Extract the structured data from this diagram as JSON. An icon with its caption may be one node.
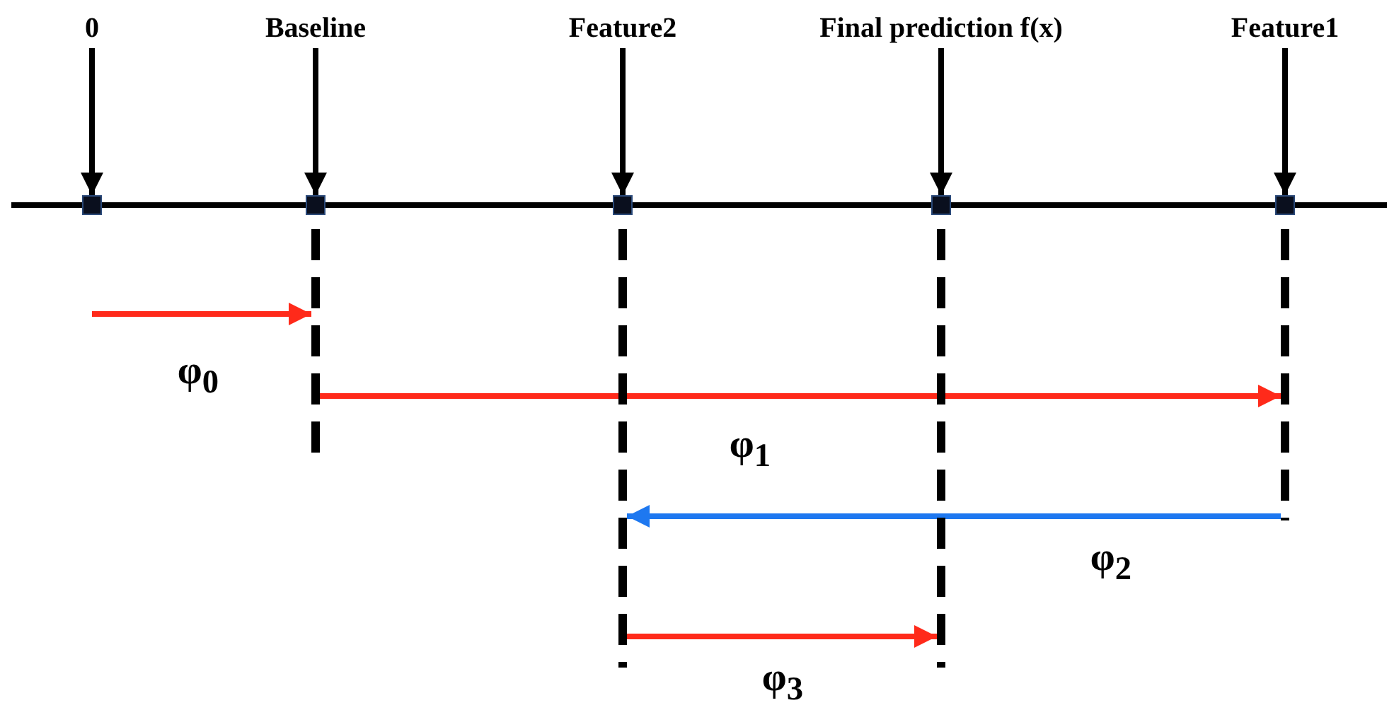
{
  "diagram": {
    "nodes": [
      {
        "text": [
          "0"
        ]
      },
      {
        "text": [
          "Baseline"
        ]
      },
      {
        "text": [
          "Feature2"
        ]
      },
      {
        "text": [
          "Final prediction f(x)"
        ]
      },
      {
        "text": [
          "Feature1"
        ]
      },
      {
        "text": [],
        "shape": "box"
      },
      {
        "text": [],
        "shape": "box"
      },
      {
        "text": [],
        "shape": "box"
      },
      {
        "text": [],
        "shape": "box"
      },
      {
        "text": [],
        "shape": "box"
      },
      {
        "text": [],
        "shape": "line"
      },
      {
        "text": [],
        "shape": "line"
      },
      {
        "text": [],
        "shape": "line"
      },
      {
        "text": [],
        "shape": "line"
      }
    ],
    "edges": [
      {
        "from": 0,
        "to": 5,
        "arrow": "to"
      },
      {
        "from": 1,
        "to": 6,
        "arrow": "to"
      },
      {
        "from": 2,
        "to": 7,
        "arrow": "to"
      },
      {
        "from": 3,
        "to": 8,
        "arrow": "to"
      },
      {
        "from": 4,
        "to": 9,
        "arrow": "to"
      },
      {
        "from": null,
        "to": 10,
        "arrow": "to",
        "label": "φ$_{0}$",
        "color": "#ff2a1a"
      },
      {
        "from": 10,
        "to": 13,
        "arrow": "to",
        "label": "φ$_{1}$",
        "color": "#ff2a1a"
      },
      {
        "from": 13,
        "to": 11,
        "arrow": "to",
        "label": "φ$_{2}$",
        "color": "#1e78f0"
      },
      {
        "from": 11,
        "to": 12,
        "arrow": "to",
        "label": "φ$_{3}$",
        "color": "#ff2a1a"
      }
    ]
  }
}
